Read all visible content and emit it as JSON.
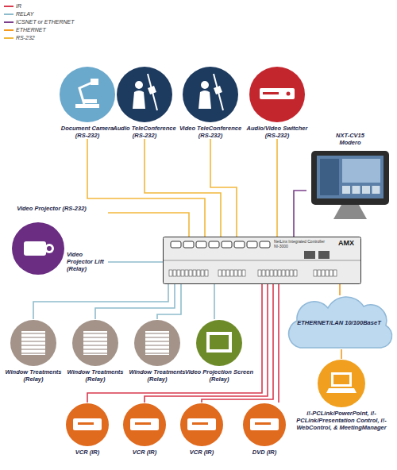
{
  "diagram": {
    "nodes": [
      {
        "text": [
          "Document Camera (RS-232)"
        ]
      },
      {
        "text": [
          "Audio TeleConference (RS-232)"
        ]
      },
      {
        "text": [
          "Video TeleConference (RS-232)"
        ]
      },
      {
        "text": [
          "Audio/Video Switcher (RS-232)"
        ]
      },
      {
        "text": [
          "NXT-CV15 Modero"
        ]
      },
      {
        "text": [
          "Video Projector (RS-232)",
          "Video Projector Lift (Relay)"
        ]
      },
      {
        "text": [
          "NetLinx Integrated Controller",
          "NI-3000",
          "AMX"
        ]
      },
      {
        "text": [
          "ETHERNET/LAN 10/100BaseT"
        ]
      },
      {
        "text": [
          "i!-PCLink/PowerPoint, i!-PCLink/Presentation Control, i!-WebControl, & MeetingManager"
        ]
      },
      {
        "text": [
          "Window Treatments (Relay)"
        ]
      },
      {
        "text": [
          "Window Treatments (Relay)"
        ]
      },
      {
        "text": [
          "Window Treatments (Relay)"
        ]
      },
      {
        "text": [
          "Video Projection Screen (Relay)"
        ]
      },
      {
        "text": [
          "VCR (IR)"
        ]
      },
      {
        "text": [
          "VCR (IR)"
        ]
      },
      {
        "text": [
          "VCR (IR)"
        ]
      },
      {
        "text": [
          "DVD (IR)"
        ]
      }
    ],
    "edges": [
      {
        "from": 0,
        "to": 6,
        "arrow": "none"
      },
      {
        "from": 1,
        "to": 6,
        "arrow": "none"
      },
      {
        "from": 2,
        "to": 6,
        "arrow": "none"
      },
      {
        "from": 3,
        "to": 6,
        "arrow": "none"
      },
      {
        "from": 4,
        "to": 6,
        "arrow": "none"
      },
      {
        "from": 5,
        "to": 6,
        "arrow": "none"
      },
      {
        "from": 5,
        "to": 6,
        "arrow": "none"
      },
      {
        "from": 6,
        "to": 7,
        "arrow": "none"
      },
      {
        "from": 7,
        "to": 8,
        "arrow": "none"
      },
      {
        "from": 6,
        "to": 9,
        "arrow": "none"
      },
      {
        "from": 6,
        "to": 10,
        "arrow": "none"
      },
      {
        "from": 6,
        "to": 11,
        "arrow": "none"
      },
      {
        "from": 6,
        "to": 12,
        "arrow": "none"
      },
      {
        "from": 6,
        "to": 13,
        "arrow": "none"
      },
      {
        "from": 6,
        "to": 14,
        "arrow": "none"
      },
      {
        "from": 6,
        "to": 15,
        "arrow": "none"
      },
      {
        "from": 6,
        "to": 16,
        "arrow": "none"
      }
    ],
    "legend": [
      {
        "text": "IR"
      },
      {
        "text": "RELAY"
      },
      {
        "text": "ICSNET or ETHERNET"
      },
      {
        "text": "ETHERNET"
      },
      {
        "text": "RS-232"
      }
    ]
  }
}
